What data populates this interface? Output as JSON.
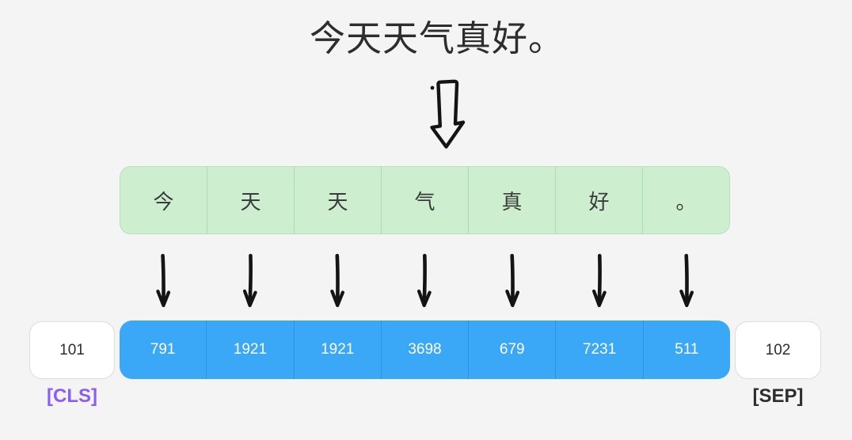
{
  "title": "今天天气真好。",
  "token_row": {
    "cells": [
      "今",
      "天",
      "天",
      "气",
      "真",
      "好",
      "。"
    ],
    "fill": "#cdefd0",
    "divider": "#a9dcb1",
    "border": "#b6dfbb"
  },
  "id_row": {
    "cells": [
      "791",
      "1921",
      "1921",
      "3698",
      "679",
      "7231",
      "511"
    ],
    "fill": "#3aa7f7",
    "divider": "#2e93df",
    "text_color": "#ffffff"
  },
  "special_tokens": {
    "cls": {
      "id": "101",
      "label": "[CLS]",
      "color": "#8b5cf6"
    },
    "sep": {
      "id": "102",
      "label": "[SEP]",
      "color": "#2e2e2e"
    }
  },
  "icons": {
    "big_arrow": "hand-drawn-hollow-down-arrow-with-dot",
    "token_arrow": "hand-drawn-down-arrow",
    "token_arrow_count": 7,
    "arrow_color": "#141414"
  },
  "colors": {
    "background": "#f5f4f5",
    "title_text": "#2d2d2d",
    "id_box_border": "#dcdcdc"
  }
}
